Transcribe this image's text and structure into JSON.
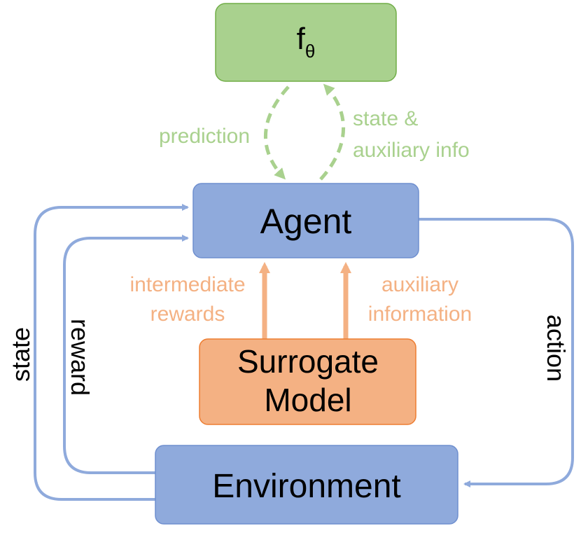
{
  "nodes": {
    "f_theta": {
      "main": "f",
      "subscript": "θ"
    },
    "agent": {
      "label": "Agent"
    },
    "surrogate": {
      "line1": "Surrogate",
      "line2": "Model"
    },
    "environment": {
      "label": "Environment"
    }
  },
  "edges": {
    "prediction": "prediction",
    "state_aux_info": {
      "line1": "state &",
      "line2": "auxiliary info"
    },
    "intermediate_rewards": {
      "line1": "intermediate",
      "line2": "rewards"
    },
    "auxiliary_information": {
      "line1": "auxiliary",
      "line2": "information"
    },
    "state": "state",
    "reward": "reward",
    "action": "action"
  },
  "colors": {
    "green_fill": "#a9d18e",
    "green_stroke": "#70ad47",
    "blue_fill": "#8faadc",
    "blue_stroke": "#6f8fcf",
    "orange_fill": "#f4b183",
    "orange_stroke": "#ed7d31"
  }
}
